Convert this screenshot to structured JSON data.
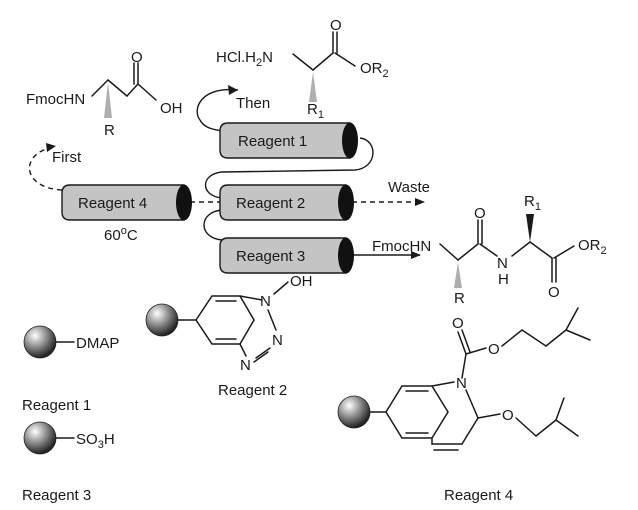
{
  "reagents": {
    "r1": "Reagent 1",
    "r2": "Reagent 2",
    "r3": "Reagent 3",
    "r4": "Reagent 4"
  },
  "flow": {
    "then": "Then",
    "first": "First",
    "waste": "Waste",
    "temp": "60",
    "temp_sup": "o",
    "temp_unit": "C"
  },
  "molecules": {
    "fmoc_aa": {
      "fmochn": "FmocHN",
      "oh": "OH",
      "o": "O",
      "r": "R"
    },
    "amine_ester": {
      "hcl": "HCl.H",
      "sub2": "2",
      "n": "N",
      "o": "O",
      "or": "OR",
      "or_sub": "2",
      "r": "R",
      "r_sub": "1"
    },
    "dipeptide": {
      "fmochn": "FmocHN",
      "o1": "O",
      "nh_n": "N",
      "nh_h": "H",
      "r1": "R",
      "r1_sub": "1",
      "o2": "O",
      "or": "OR",
      "or_sub": "2",
      "r": "R"
    },
    "dmap": {
      "label": "DMAP"
    },
    "hobt": {
      "oh": "OH",
      "n1": "N",
      "n2": "N",
      "n3": "N"
    },
    "so3h": {
      "so": "SO",
      "sub": "3",
      "h": "H"
    },
    "eedq": {
      "o_carbonyl": "O",
      "o_ester": "O",
      "n": "N",
      "o_ether": "O"
    }
  }
}
